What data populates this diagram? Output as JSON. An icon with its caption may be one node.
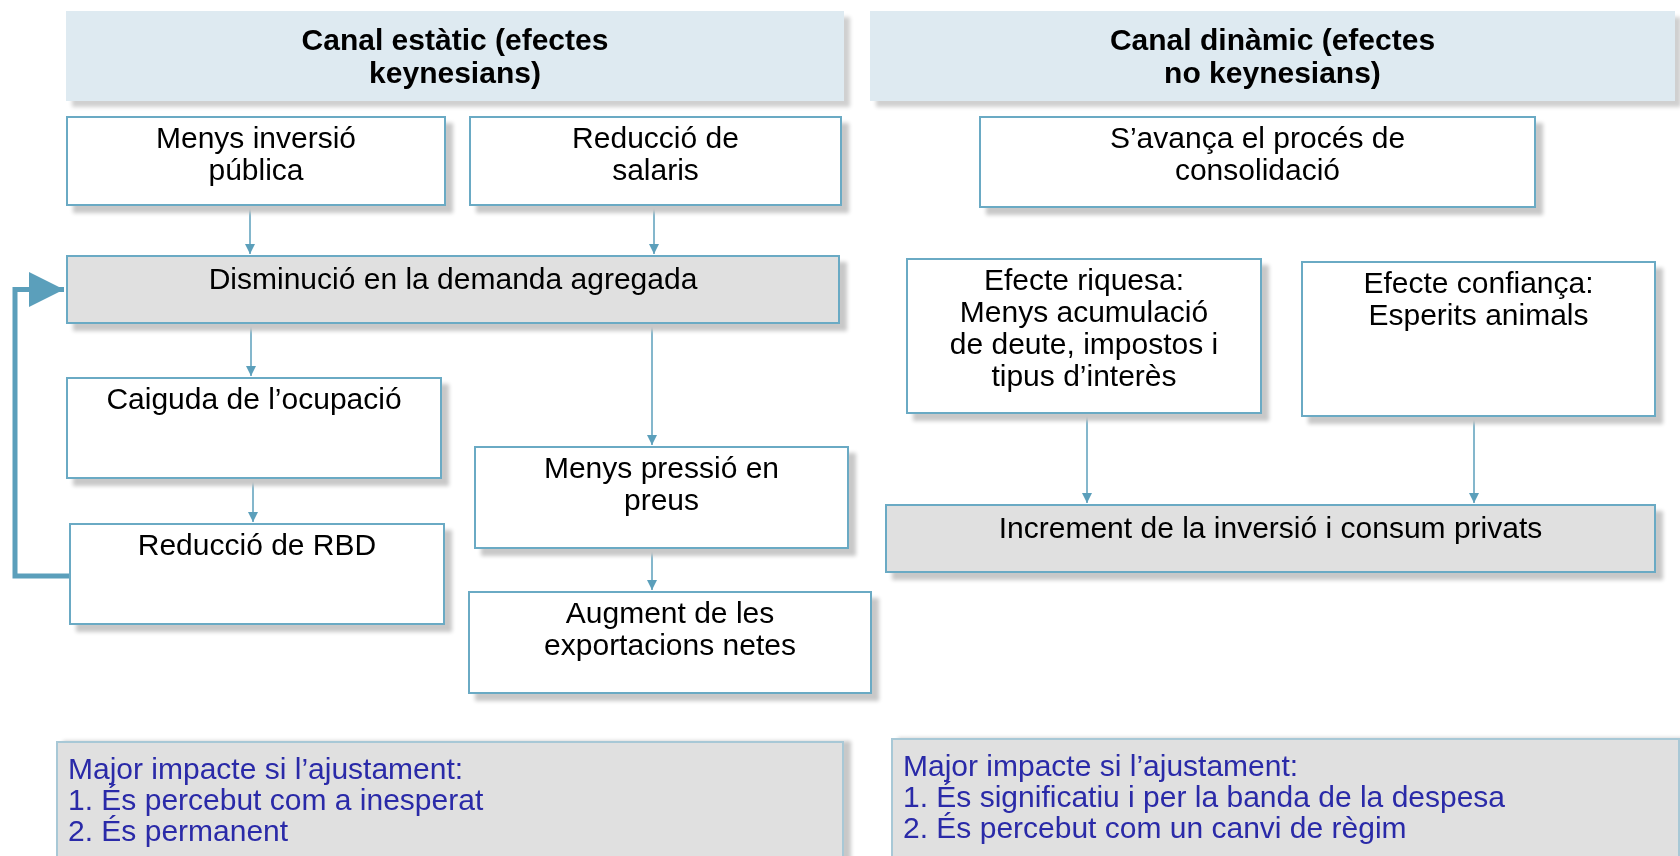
{
  "diagram": {
    "nodes": [
      {
        "text": [
          "Canal estàtic (efectes keynesians)"
        ]
      },
      {
        "text": [
          "Canal dinàmic (efectes no keynesians)"
        ]
      },
      {
        "text": [
          "Menys inversió pública"
        ]
      },
      {
        "text": [
          "Reducció de salaris"
        ]
      },
      {
        "text": [
          "Disminució en la demanda agregada"
        ]
      },
      {
        "text": [
          "Caiguda de l’ocupació"
        ]
      },
      {
        "text": [
          "Reducció de RBD"
        ]
      },
      {
        "text": [
          "Menys pressió en preus"
        ]
      },
      {
        "text": [
          "Augment de les exportacions netes"
        ]
      },
      {
        "text": [
          "S’avança el procés de consolidació"
        ]
      },
      {
        "text": [
          "Efecte riquesa: Menys acumulació de deute, impostos i tipus d’interès"
        ]
      },
      {
        "text": [
          "Efecte confiança: Esperits animals"
        ]
      },
      {
        "text": [
          "Increment de la inversió i consum privats"
        ]
      },
      {
        "text": [
          "Major impacte si l’ajustament:",
          "1. És percebut com a inesperat",
          "2. És permanent"
        ]
      },
      {
        "text": [
          "Major impacte si l’ajustament:",
          "1. És significatiu i per la banda de la despesa",
          "2. És percebut com un canvi de règim"
        ]
      }
    ],
    "edges": [
      {
        "from": 2,
        "to": 4,
        "arrow": "to"
      },
      {
        "from": 3,
        "to": 4,
        "arrow": "to"
      },
      {
        "from": 4,
        "to": 5,
        "arrow": "to"
      },
      {
        "from": 4,
        "to": 7,
        "arrow": "to"
      },
      {
        "from": 5,
        "to": 6,
        "arrow": "to"
      },
      {
        "from": 6,
        "to": 4,
        "arrow": "to",
        "style": "thick"
      },
      {
        "from": 7,
        "to": 8,
        "arrow": "to"
      },
      {
        "from": 10,
        "to": 12,
        "arrow": "to"
      },
      {
        "from": 11,
        "to": 12,
        "arrow": "to"
      }
    ]
  }
}
